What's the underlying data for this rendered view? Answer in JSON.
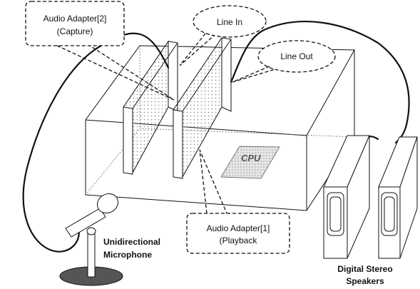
{
  "callouts": {
    "capture_line1": "Audio Adapter[2]",
    "capture_line2": "(Capture)",
    "line_in": "Line In",
    "line_out": "Line Out",
    "playback_line1": "Audio Adapter[1]",
    "playback_line2": "(Playback"
  },
  "labels": {
    "cpu": "CPU",
    "mic_line1": "Unidirectional",
    "mic_line2": "Microphone",
    "speakers_line1": "Digital Stereo",
    "speakers_line2": "Speakers"
  },
  "colors": {
    "stroke": "#111111",
    "card_dots": "#9a9a9a",
    "cpu_fill": "#d8d8d8",
    "mic_base": "#555555"
  }
}
